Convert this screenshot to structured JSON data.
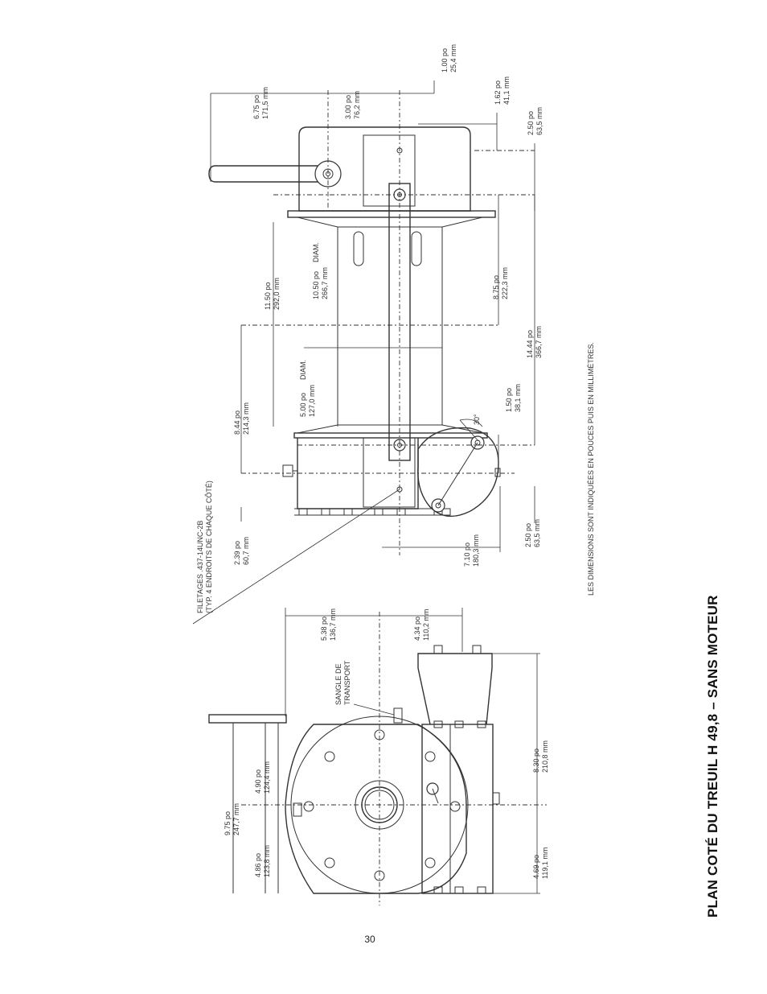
{
  "page": {
    "title": "PLAN COTÉ DU TREUIL H 49,8 – SANS MOTEUR",
    "number": "30"
  },
  "notes": {
    "units": "LES DIMENSIONS SONT INDIQUÉES EN POUCES PUIS EN MILLIMÈTRES.",
    "threads_line1": "FILETAGES .437-14UNC-2B",
    "threads_line2": "(TYP. 4 ENDROITS DE CHAQUE CÔTÉ)",
    "strap_line1": "SANGLE DE",
    "strap_line2": "TRANSPORT"
  },
  "top_view": {
    "d675": {
      "po": "6.75 po",
      "mm": "171,5 mm"
    },
    "d300": {
      "po": "3.00 po",
      "mm": "76,2 mm"
    },
    "d100": {
      "po": "1.00 po",
      "mm": "25,4 mm"
    },
    "d162": {
      "po": "1.62 po",
      "mm": "41,1 mm"
    },
    "d250a": {
      "po": "2.50 po",
      "mm": "63,5 mm"
    },
    "d1150": {
      "po": "11.50 po",
      "mm": "292,0 mm"
    },
    "d1050": {
      "po": "10.50 po",
      "mm": "266,7 mm",
      "label": "DIAM."
    },
    "d875": {
      "po": "8.75 po",
      "mm": "222,3 mm"
    },
    "d1444": {
      "po": "14.44 po",
      "mm": "366,7 mm"
    },
    "d500": {
      "po": "5.00 po",
      "mm": "127,0 mm",
      "label": "DIAM."
    },
    "d844": {
      "po": "8.44 po",
      "mm": "214,3 mm"
    },
    "d150": {
      "po": "1.50 po",
      "mm": "38,1 mm"
    },
    "angle": "30°",
    "d239": {
      "po": "2.39 po",
      "mm": "60,7 mm"
    },
    "d710": {
      "po": "7.10 po",
      "mm": "180,3 mm"
    },
    "d250b": {
      "po": "2.50 po",
      "mm": "63,5 mm"
    }
  },
  "end_view": {
    "d538": {
      "po": "5.38 po",
      "mm": "136,7 mm"
    },
    "d434": {
      "po": "4.34 po",
      "mm": "110,2 mm"
    },
    "d975": {
      "po": "9.75 po",
      "mm": "247,7 mm"
    },
    "d490": {
      "po": "4.90 po",
      "mm": "124,4 mm"
    },
    "d486": {
      "po": "4.86 po",
      "mm": "123,8 mm"
    },
    "d830": {
      "po": "8.30 po",
      "mm": "210,8 mm"
    },
    "d469": {
      "po": "4.69 po",
      "mm": "119,1 mm"
    }
  }
}
